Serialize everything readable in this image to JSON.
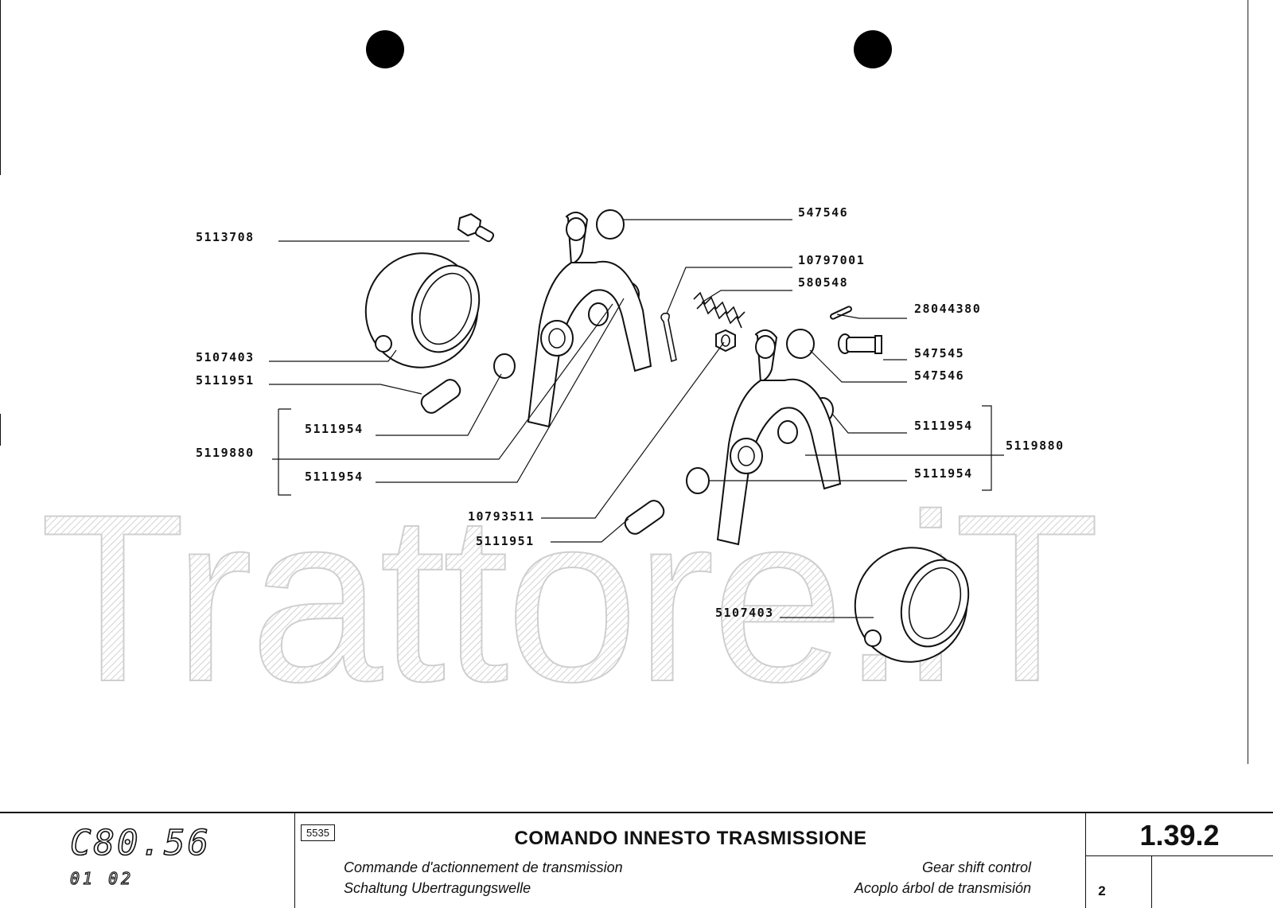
{
  "watermark": {
    "text": "Trattore.iT"
  },
  "labels": [
    {
      "id": "p1",
      "text": "5113708"
    },
    {
      "id": "p2",
      "text": "5107403"
    },
    {
      "id": "p3",
      "text": "5111951"
    },
    {
      "id": "p4",
      "text": "5111954"
    },
    {
      "id": "p5",
      "text": "5119880"
    },
    {
      "id": "p6",
      "text": "5111954"
    },
    {
      "id": "p7",
      "text": "547546"
    },
    {
      "id": "p8",
      "text": "10797001"
    },
    {
      "id": "p9",
      "text": "580548"
    },
    {
      "id": "p10",
      "text": "28044380"
    },
    {
      "id": "p11",
      "text": "547545"
    },
    {
      "id": "p12",
      "text": "547546"
    },
    {
      "id": "p13",
      "text": "5111954"
    },
    {
      "id": "p14",
      "text": "5119880"
    },
    {
      "id": "p15",
      "text": "5111954"
    },
    {
      "id": "p16",
      "text": "10793511"
    },
    {
      "id": "p17",
      "text": "5111951"
    },
    {
      "id": "p18",
      "text": "5107403"
    }
  ],
  "footer": {
    "logo_main": "C80.56",
    "logo_sub": "01 02",
    "code": "5535",
    "title": "COMANDO INNESTO TRASMISSIONE",
    "fr": "Commande d'actionnement de transmission",
    "de": "Schaltung Ubertragungswelle",
    "en": "Gear shift control",
    "es": "Acoplo árbol de transmisión",
    "page_number": "1.39.2",
    "sheet": "2"
  }
}
